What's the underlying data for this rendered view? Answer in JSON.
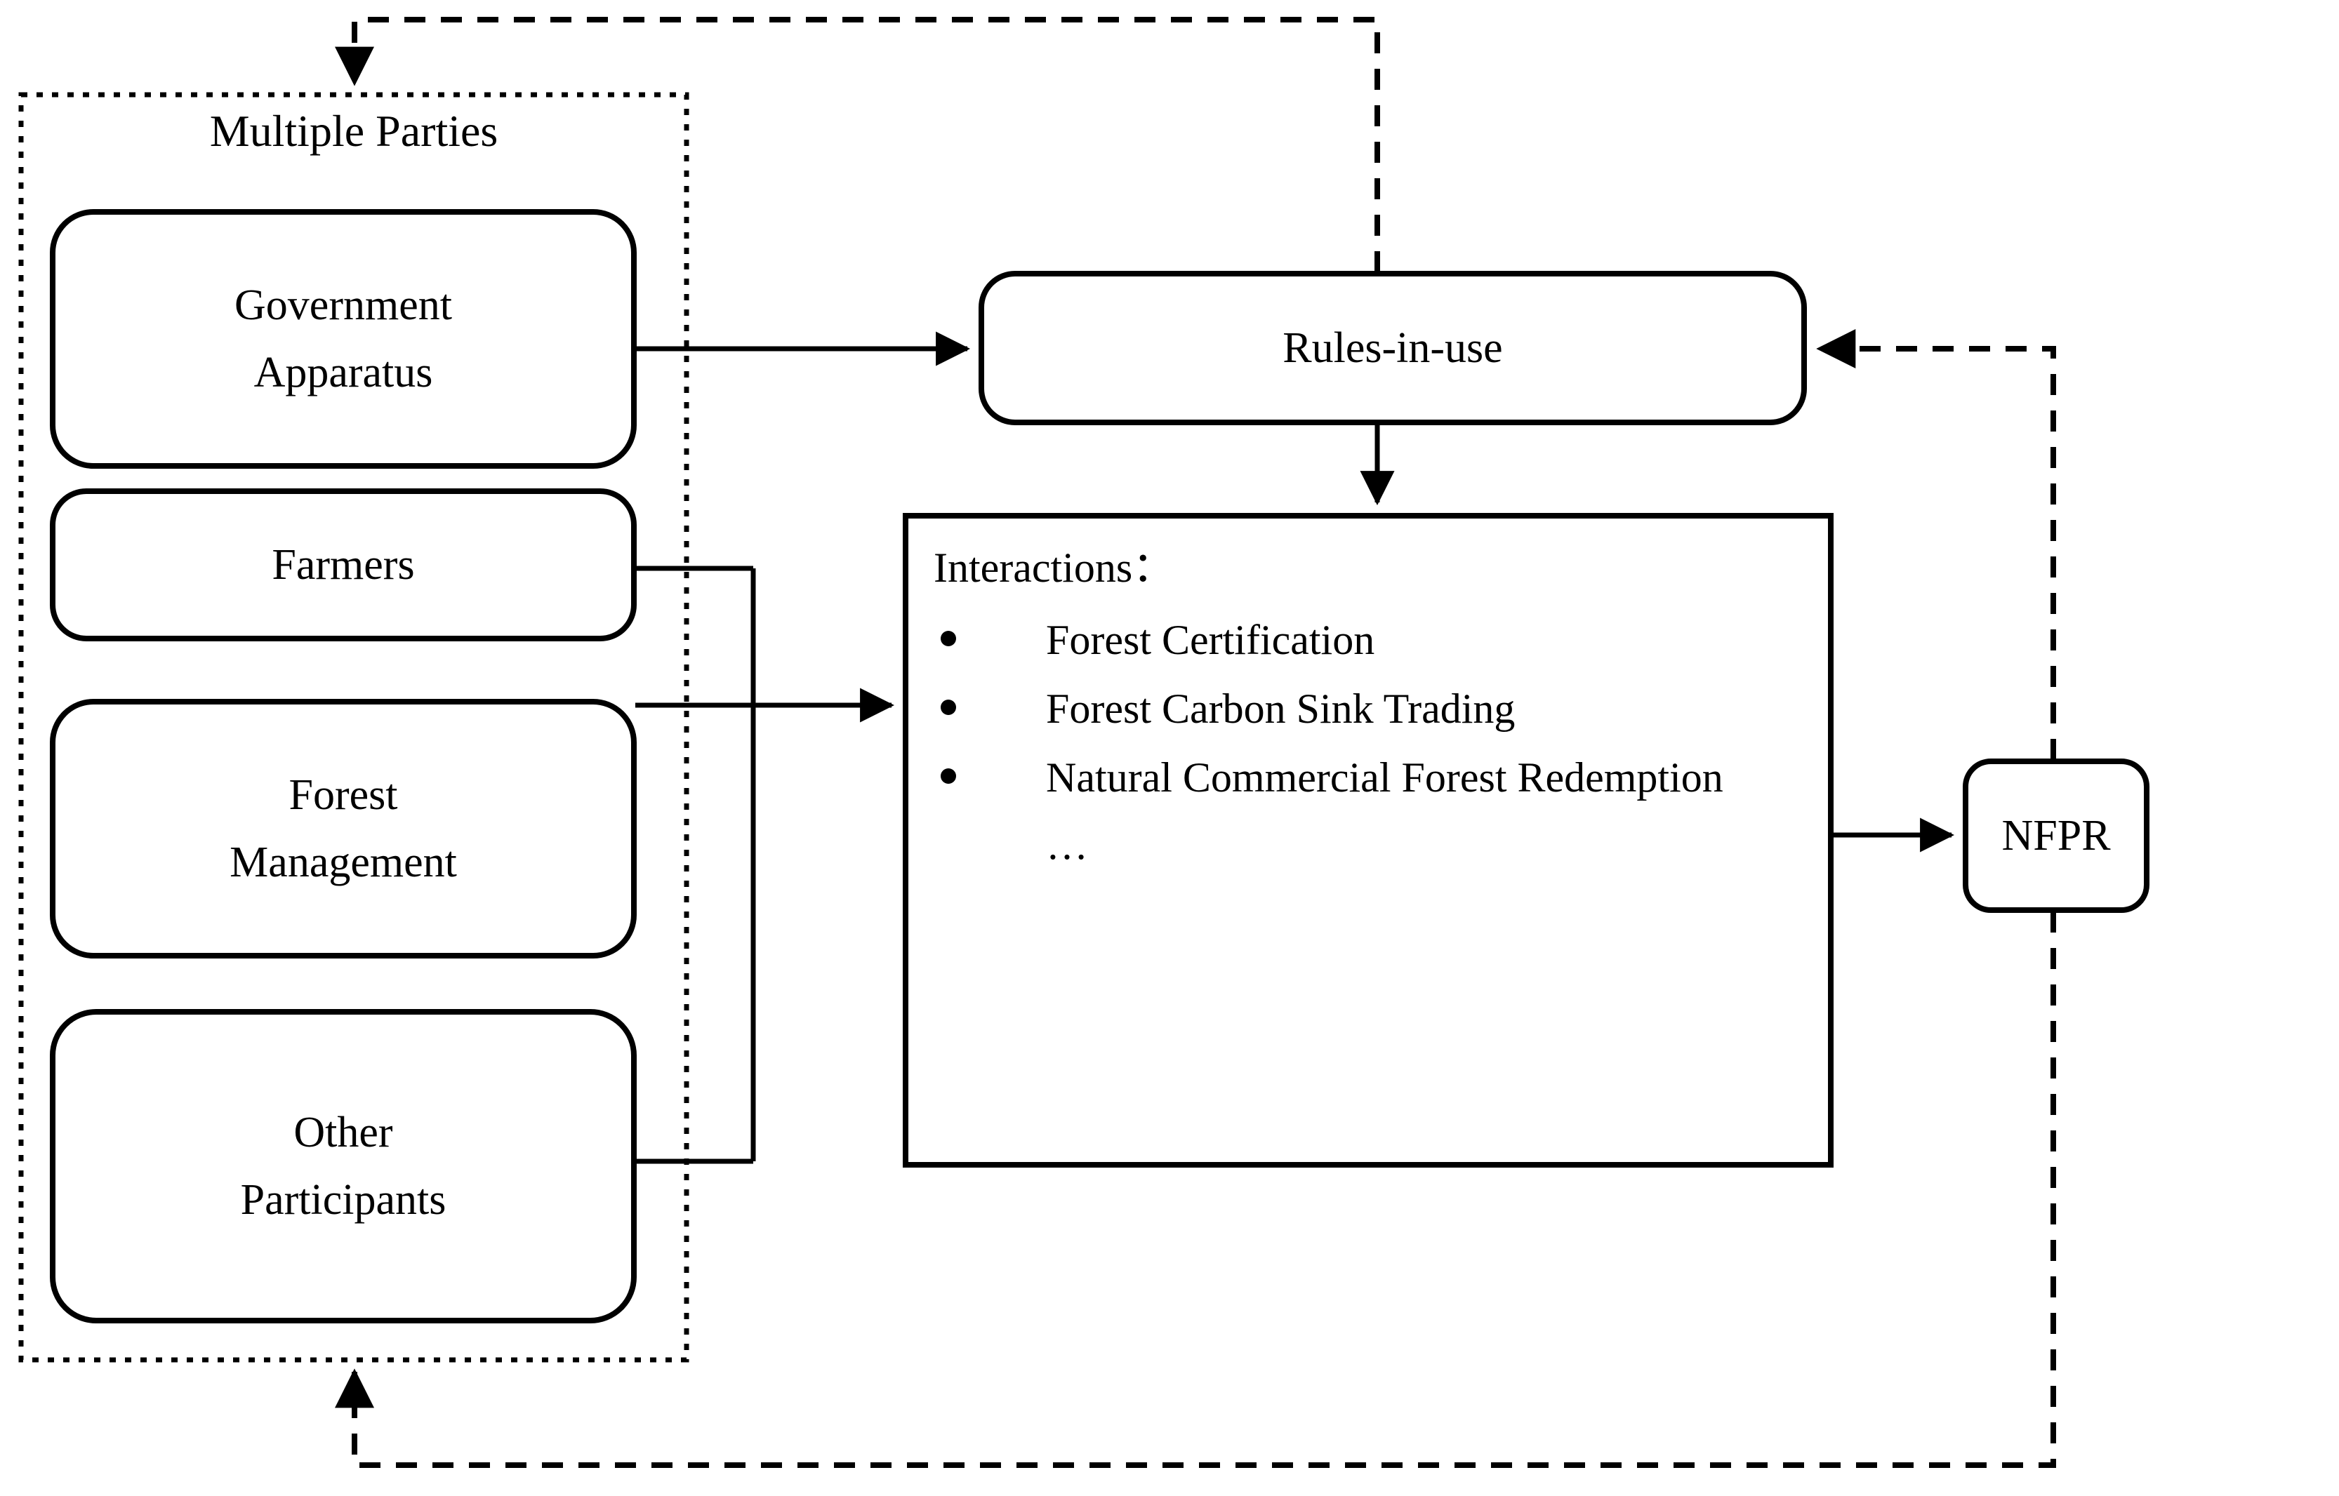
{
  "diagram": {
    "group": {
      "title": "Multiple Parties",
      "parties": [
        {
          "id": "government-apparatus",
          "label": "Government\nApparatus"
        },
        {
          "id": "farmers",
          "label": "Farmers"
        },
        {
          "id": "forest-management",
          "label": "Forest\nManagement"
        },
        {
          "id": "other-participants",
          "label": "Other\nParticipants"
        }
      ]
    },
    "rules": {
      "label": "Rules-in-use"
    },
    "interactions": {
      "heading": "Interactions：",
      "items": [
        "Forest Certification",
        "Forest Carbon Sink Trading",
        "Natural Commercial Forest Redemption"
      ],
      "ellipsis": "…"
    },
    "outcome": {
      "label": "NFPR"
    },
    "colors": {
      "stroke": "#000000",
      "background": "#ffffff",
      "text": "#000000"
    },
    "edges": [
      {
        "id": "government-to-rules",
        "from": "government-apparatus",
        "to": "rules",
        "style": "solid",
        "arrow": "end"
      },
      {
        "id": "parties-to-interactions",
        "from": "farmers,forest-management,other-participants",
        "to": "interactions",
        "style": "solid",
        "arrow": "end"
      },
      {
        "id": "rules-to-interactions",
        "from": "rules",
        "to": "interactions",
        "style": "solid",
        "arrow": "end"
      },
      {
        "id": "interactions-to-nfpr",
        "from": "interactions",
        "to": "outcome",
        "style": "solid",
        "arrow": "end"
      },
      {
        "id": "rules-to-parties-feedback",
        "from": "rules",
        "to": "group",
        "style": "dashed",
        "arrow": "end"
      },
      {
        "id": "nfpr-to-rules-feedback",
        "from": "outcome",
        "to": "rules",
        "style": "dashed",
        "arrow": "end"
      },
      {
        "id": "nfpr-to-parties-feedback",
        "from": "outcome",
        "to": "group",
        "style": "dashed",
        "arrow": "end"
      }
    ]
  }
}
